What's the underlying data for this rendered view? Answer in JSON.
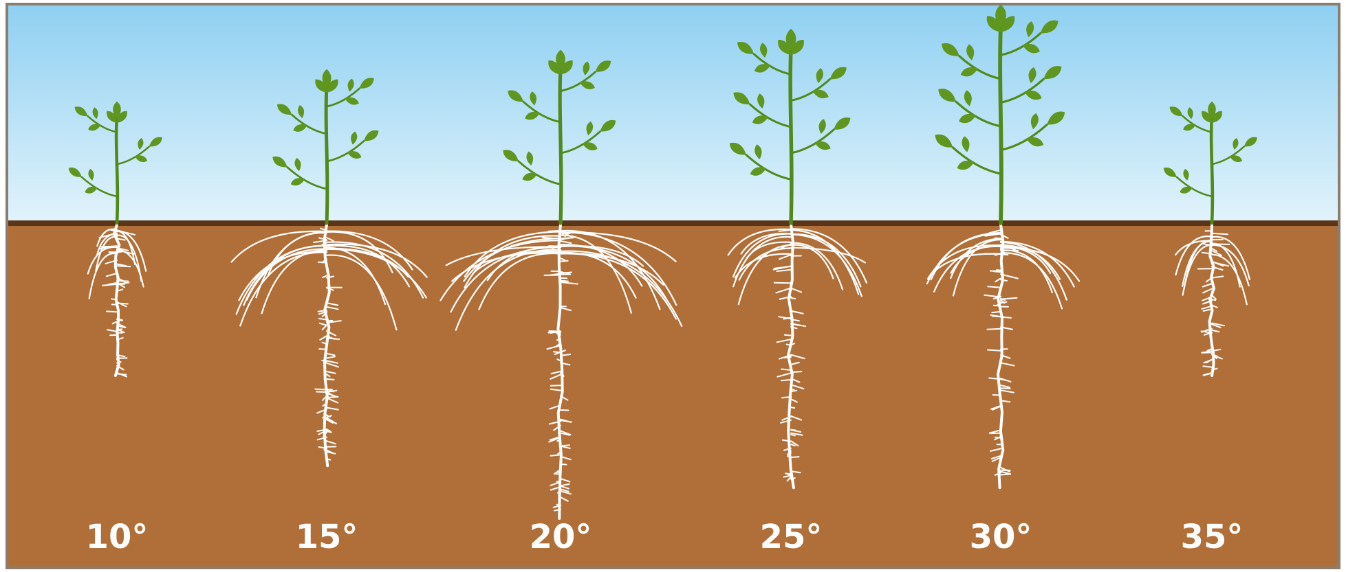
{
  "colors": {
    "sky_top": "#8fd0f2",
    "sky_bottom": "#e2f3fb",
    "soil": "#b06f38",
    "soil_line": "#5a3518",
    "leaf": "#5e961f",
    "stem": "#4f8a1a",
    "root": "#ffffff",
    "frame_border": "#8a7e70"
  },
  "plants": [
    {
      "label": "10°",
      "plant_height": 0.3,
      "root_spread": 0.1,
      "root_depth": 0.35,
      "lateral_density": 0.3
    },
    {
      "label": "15°",
      "plant_height": 0.5,
      "root_spread": 0.7,
      "root_depth": 0.76,
      "lateral_density": 0.75
    },
    {
      "label": "20°",
      "plant_height": 0.62,
      "root_spread": 0.88,
      "root_depth": 1.0,
      "lateral_density": 1.0
    },
    {
      "label": "25°",
      "plant_height": 0.75,
      "root_spread": 0.48,
      "root_depth": 0.86,
      "lateral_density": 0.6
    },
    {
      "label": "30°",
      "plant_height": 0.9,
      "root_spread": 0.5,
      "root_depth": 0.86,
      "lateral_density": 0.6
    },
    {
      "label": "35°",
      "plant_height": 0.3,
      "root_spread": 0.2,
      "root_depth": 0.35,
      "lateral_density": 0.3
    }
  ]
}
